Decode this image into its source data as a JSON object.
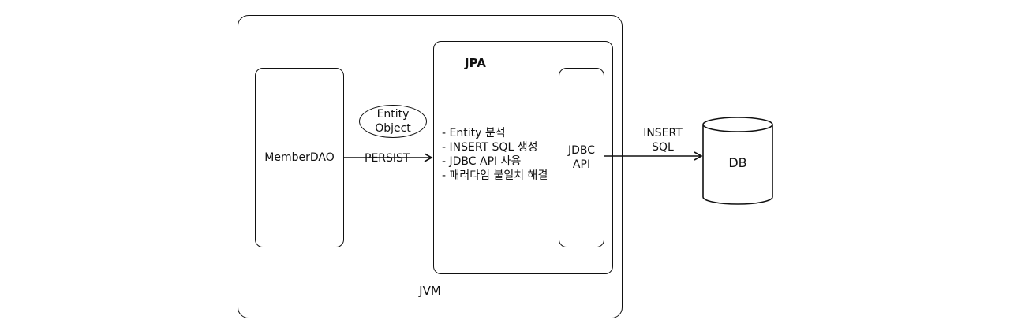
{
  "jvm": {
    "label": "JVM"
  },
  "member_dao": {
    "label": "MemberDAO"
  },
  "entity_object": {
    "line1": "Entity",
    "line2": "Object"
  },
  "persist": {
    "label": "PERSIST"
  },
  "jpa": {
    "title": "JPA",
    "features": [
      "- Entity 분석",
      "- INSERT SQL 생성",
      "- JDBC API 사용",
      "- 패러다임 불일치 해결"
    ]
  },
  "jdbc_api": {
    "line1": "JDBC",
    "line2": "API"
  },
  "insert_sql": {
    "line1": "INSERT",
    "line2": "SQL"
  },
  "db": {
    "label": "DB"
  }
}
